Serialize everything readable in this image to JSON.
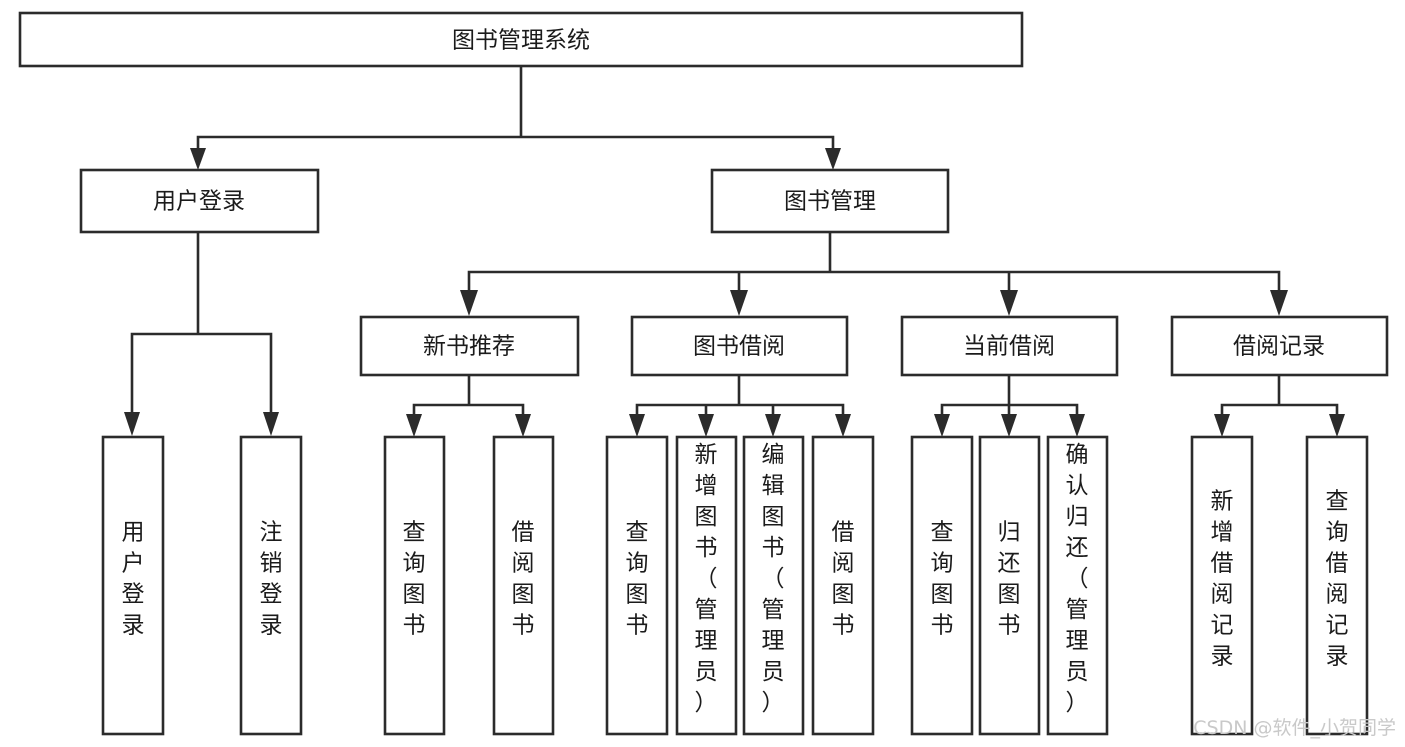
{
  "diagram": {
    "type": "tree",
    "title": "图书管理系统",
    "orientation": "top-down",
    "root": {
      "id": "root",
      "label": "图书管理系统"
    },
    "level1": [
      {
        "id": "user-login",
        "label": "用户登录"
      },
      {
        "id": "book-manage",
        "label": "图书管理"
      }
    ],
    "level2": [
      {
        "id": "new-book-recommend",
        "label": "新书推荐",
        "parent": "book-manage"
      },
      {
        "id": "book-borrow",
        "label": "图书借阅",
        "parent": "book-manage"
      },
      {
        "id": "current-borrow",
        "label": "当前借阅",
        "parent": "book-manage"
      },
      {
        "id": "borrow-record",
        "label": "借阅记录",
        "parent": "book-manage"
      }
    ],
    "leaves": {
      "user_login": [
        {
          "id": "leaf-user-login",
          "label": "用户登录"
        },
        {
          "id": "leaf-logout",
          "label": "注销登录"
        }
      ],
      "new_book_recommend": [
        {
          "id": "leaf-query-book-1",
          "label": "查询图书"
        },
        {
          "id": "leaf-borrow-book-1",
          "label": "借阅图书"
        }
      ],
      "book_borrow": [
        {
          "id": "leaf-query-book-2",
          "label": "查询图书"
        },
        {
          "id": "leaf-add-book",
          "label": "新增图书（管理员）"
        },
        {
          "id": "leaf-edit-book",
          "label": "编辑图书（管理员）"
        },
        {
          "id": "leaf-borrow-book-2",
          "label": "借阅图书"
        }
      ],
      "current_borrow": [
        {
          "id": "leaf-query-book-3",
          "label": "查询图书"
        },
        {
          "id": "leaf-return-book",
          "label": "归还图书"
        },
        {
          "id": "leaf-confirm-return",
          "label": "确认归还（管理员）"
        }
      ],
      "borrow_record": [
        {
          "id": "leaf-add-record",
          "label": "新增借阅记录"
        },
        {
          "id": "leaf-query-record",
          "label": "查询借阅记录"
        }
      ]
    },
    "colors": {
      "box_stroke": "#2b2b2b",
      "box_fill": "#ffffff",
      "text": "#1b1b1b",
      "background": "#ffffff",
      "watermark": "#c9c9c9"
    }
  },
  "watermark": {
    "text": "CSDN @软件_小贺同学"
  }
}
